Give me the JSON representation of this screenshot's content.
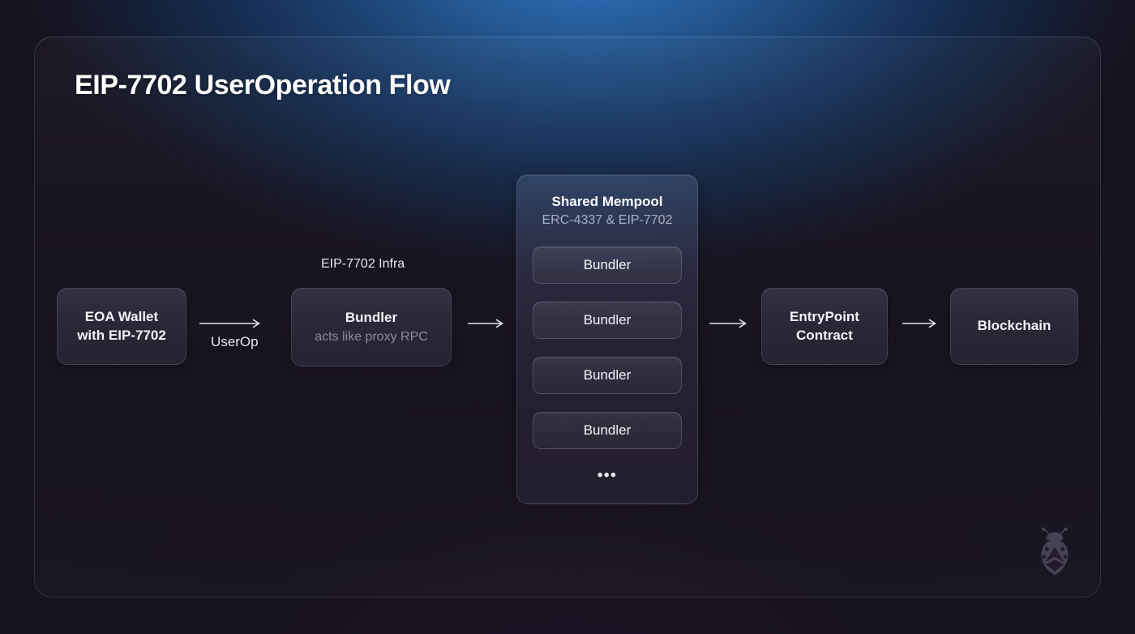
{
  "page": {
    "title": "EIP-7702 UserOperation Flow"
  },
  "colors": {
    "background_top": "#2f74bd",
    "background_bottom": "#17121f",
    "node_fill": "#3a394c",
    "node_border": "#a0a8c4",
    "text_primary": "#f2f3f7",
    "text_muted": "#8c8d9d",
    "mempool_fill": "#6c7ea8",
    "logo_color": "#4a4558"
  },
  "flow": {
    "nodes": [
      {
        "id": "eoa",
        "title": "EOA Wallet\nwith EIP-7702",
        "subtitle": ""
      },
      {
        "id": "bundler",
        "title": "Bundler",
        "subtitle": "acts like proxy RPC"
      },
      {
        "id": "entrypoint",
        "title": "EntryPoint\nContract",
        "subtitle": ""
      },
      {
        "id": "blockchain",
        "title": "Blockchain",
        "subtitle": ""
      }
    ],
    "labels": {
      "infra": "EIP-7702 Infra",
      "userop": "UserOp"
    },
    "arrows": [
      {
        "id": "arrow-1",
        "from": "eoa",
        "to": "bundler",
        "label": "UserOp"
      },
      {
        "id": "arrow-2",
        "from": "bundler",
        "to": "mempool",
        "label": ""
      },
      {
        "id": "arrow-3",
        "from": "mempool",
        "to": "entrypoint",
        "label": ""
      },
      {
        "id": "arrow-4",
        "from": "entrypoint",
        "to": "blockchain",
        "label": ""
      }
    ]
  },
  "mempool": {
    "title": "Shared Mempool",
    "subtitle": "ERC-4337 & EIP-7702",
    "bundlers": [
      {
        "label": "Bundler"
      },
      {
        "label": "Bundler"
      },
      {
        "label": "Bundler"
      },
      {
        "label": "Bundler"
      }
    ],
    "ellipsis": "•••"
  },
  "logo": {
    "name": "ladybug-ethereum-logo"
  }
}
